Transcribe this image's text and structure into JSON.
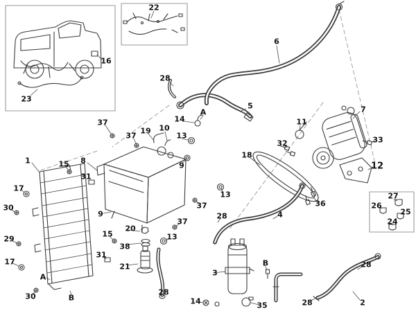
{
  "figure": {
    "type": "exploded-parts-diagram",
    "colors": {
      "line": "#3a3a3a",
      "text": "#121212",
      "background": "#ffffff",
      "box_border": "#999999",
      "construction_line": "#8a8a8a"
    }
  },
  "callouts": {
    "n1": "1",
    "n2": "2",
    "n3": "3",
    "n4": "4",
    "n5": "5",
    "n6": "6",
    "n7": "7",
    "n8": "8",
    "n9": "9",
    "n10": "10",
    "n11": "11",
    "n12": "12",
    "n13": "13",
    "n14": "14",
    "n15": "15",
    "n16": "16",
    "n17": "17",
    "n18": "18",
    "n19": "19",
    "n20": "20",
    "n21": "21",
    "n22": "22",
    "n23": "23",
    "n24": "24",
    "n25": "25",
    "n26": "26",
    "n27": "27",
    "n28": "28",
    "n29": "29",
    "n30": "30",
    "n31": "31",
    "n32": "32",
    "n33": "33",
    "n35": "35",
    "n36": "36",
    "n37": "37",
    "n38": "38"
  },
  "markers": {
    "a": "A",
    "b": "B"
  }
}
